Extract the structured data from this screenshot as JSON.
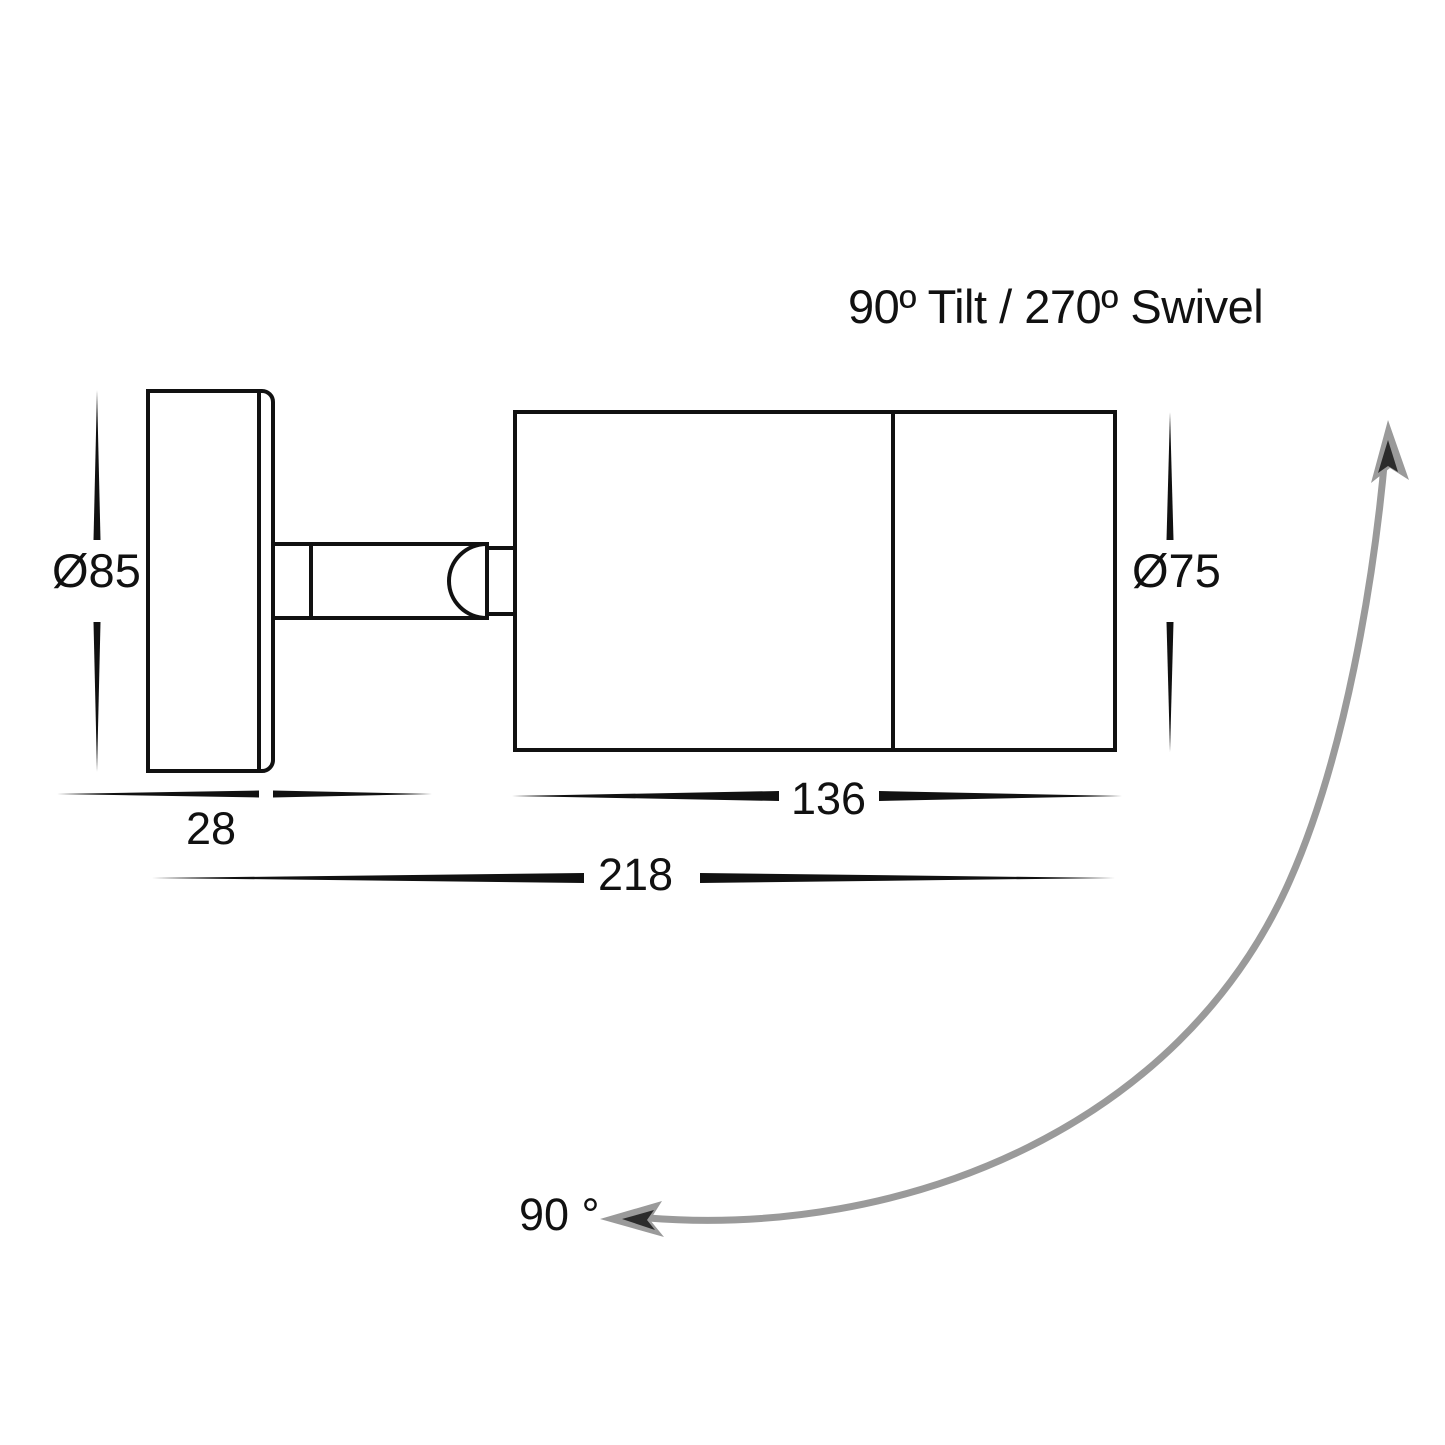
{
  "drawing": {
    "title": "90º Tilt / 270º Swivel",
    "background_color": "#ffffff",
    "line_color": "#111111",
    "arrow_color": "#9a9a9a"
  },
  "dimensions": {
    "plate_diameter": "Ø85",
    "body_diameter": "Ø75",
    "plate_depth": "28",
    "body_length": "136",
    "overall_length": "218"
  },
  "annotations": {
    "rotation_angle": "90 °"
  },
  "chart_data": {
    "type": "table",
    "title": "90º Tilt / 270º Swivel",
    "categories": [
      "Ø85",
      "Ø75",
      "28",
      "136",
      "218",
      "90 °"
    ],
    "values": [
      85,
      75,
      28,
      136,
      218,
      90
    ]
  }
}
